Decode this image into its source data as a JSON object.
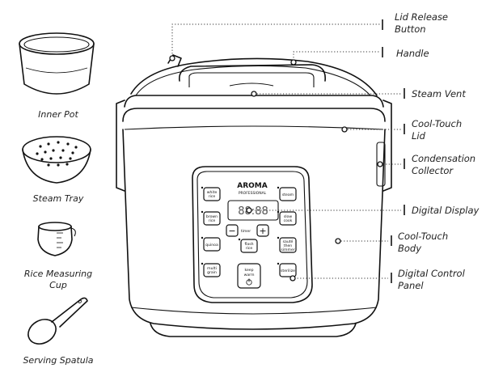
{
  "accessories": {
    "inner_pot": "Inner Pot",
    "steam_tray": "Steam Tray",
    "rice_cup_line1": "Rice Measuring",
    "rice_cup_line2": "Cup",
    "serving_spatula": "Serving Spatula"
  },
  "callouts": {
    "lid_release_line1": "Lid Release",
    "lid_release_line2": "Button",
    "handle": "Handle",
    "steam_vent": "Steam Vent",
    "cool_touch_lid_line1": "Cool-Touch",
    "cool_touch_lid_line2": "Lid",
    "condensation_line1": "Condensation",
    "condensation_line2": "Collector",
    "digital_display": "Digital Display",
    "cool_touch_body_line1": "Cool-Touch",
    "cool_touch_body_line2": "Body",
    "control_panel_line1": "Digital Control",
    "control_panel_line2": "Panel"
  },
  "panel": {
    "brand": "AROMA",
    "brand_sub": "PROFESSIONAL",
    "display_text": "88:88",
    "btn_white_rice_1": "white",
    "btn_white_rice_2": "rice",
    "btn_steam": "steam",
    "btn_brown_rice_1": "brown",
    "btn_brown_rice_2": "rice",
    "btn_slow_cook_1": "slow",
    "btn_slow_cook_2": "cook",
    "btn_minus": "−",
    "btn_timer": "timer",
    "btn_plus": "+",
    "btn_quinoa": "quinoa",
    "btn_flash_rice_1": "flash",
    "btn_flash_rice_2": "rice",
    "btn_saute_1": "sauté",
    "btn_saute_2": "then",
    "btn_saute_3": "simmer",
    "btn_multigrain_1": "multi",
    "btn_multigrain_2": "grain",
    "btn_keep_warm_1": "keep",
    "btn_keep_warm_2": "warm",
    "btn_sterilize": "sterilize"
  }
}
